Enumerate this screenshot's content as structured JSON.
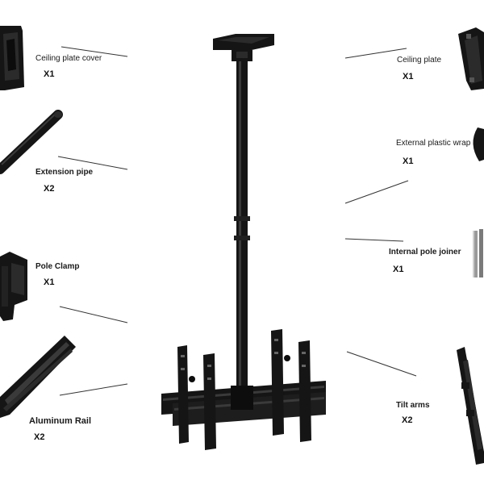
{
  "colors": {
    "metal": "#151515",
    "metal_mid": "#2b2b2b",
    "metal_light": "#4a4a4a",
    "leader": "#333333",
    "chrome": "#9a9a9a"
  },
  "parts": [
    {
      "id": "ceiling-plate-cover",
      "label": "Ceiling plate cover",
      "qty": "X1",
      "bold": false
    },
    {
      "id": "extension-pipe",
      "label": "Extension pipe",
      "qty": "X2",
      "bold": true
    },
    {
      "id": "pole-clamp",
      "label": "Pole Clamp",
      "qty": "X1",
      "bold": true
    },
    {
      "id": "aluminum-rail",
      "label": "Aluminum Rail",
      "qty": "X2",
      "bold": true
    },
    {
      "id": "ceiling-plate",
      "label": "Ceiling plate",
      "qty": "X1",
      "bold": false
    },
    {
      "id": "external-plastic-wrap",
      "label": "External plastic wrap",
      "qty": "X1",
      "bold": false
    },
    {
      "id": "internal-pole-joiner",
      "label": "Internal pole joiner",
      "qty": "X1",
      "bold": true
    },
    {
      "id": "tilt-arms",
      "label": "Tilt arms",
      "qty": "X2",
      "bold": true
    }
  ]
}
